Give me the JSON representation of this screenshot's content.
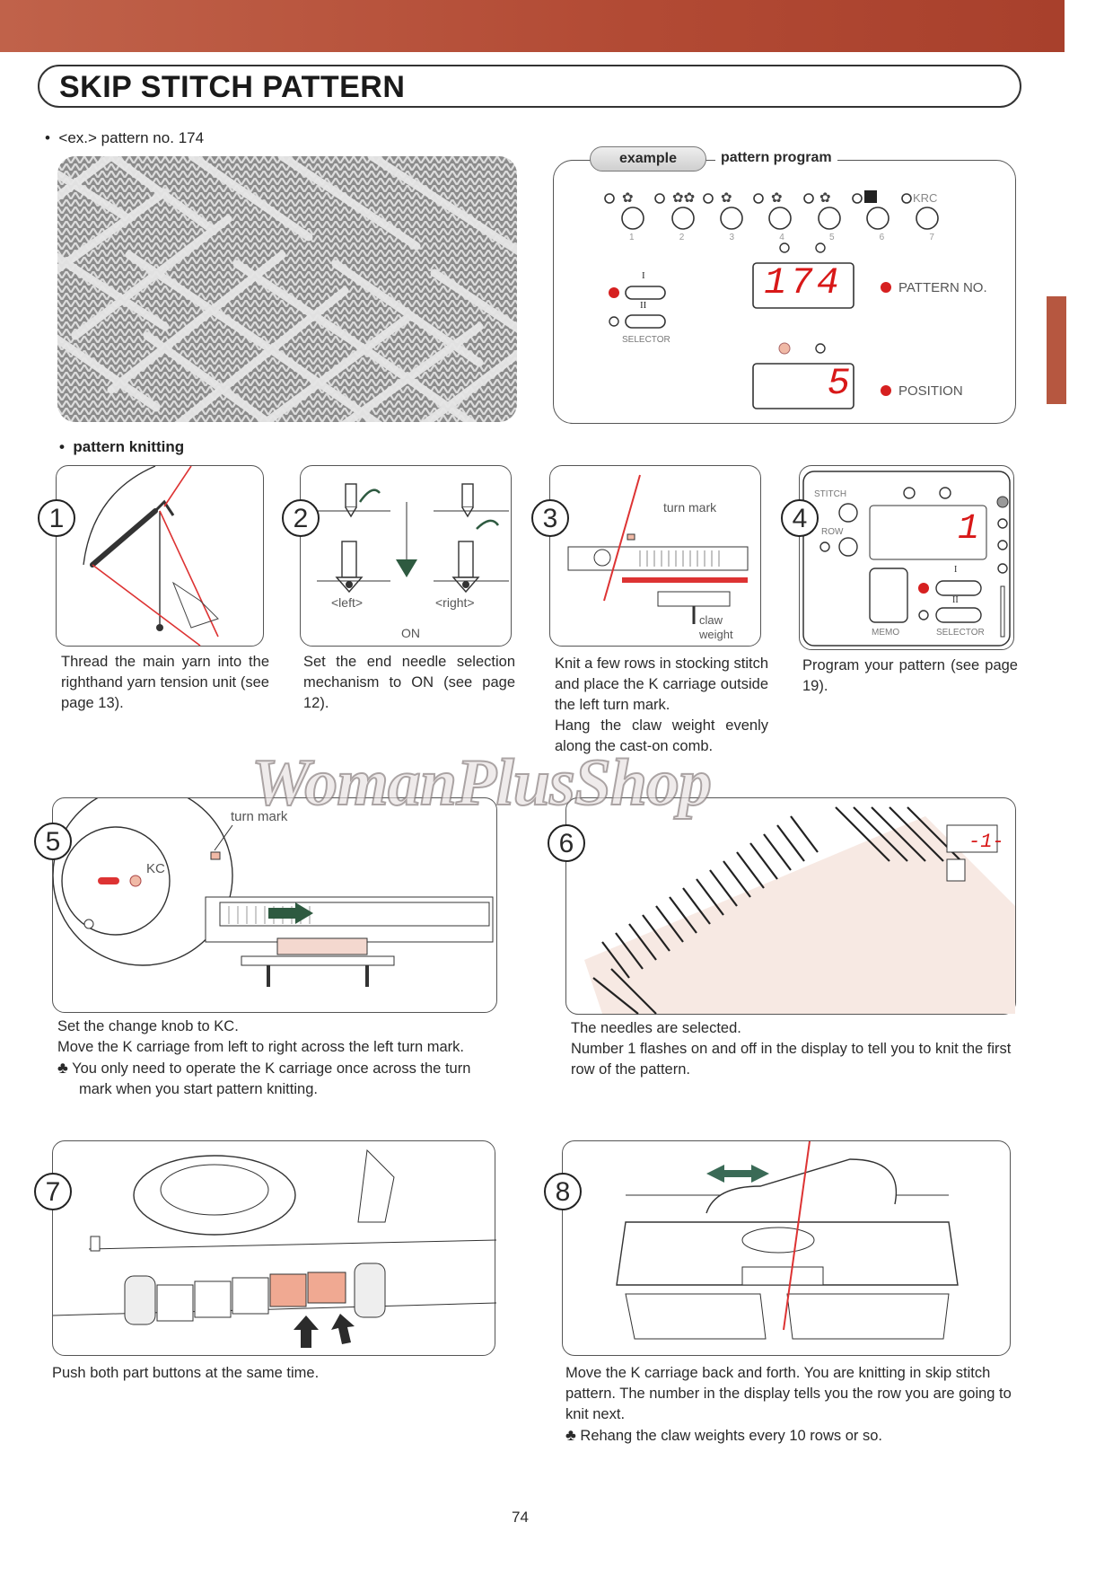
{
  "title": "SKIP STITCH PATTERN",
  "example_line": {
    "bullet": "•",
    "prefix": "<ex.> pattern no.",
    "number": "174"
  },
  "program_panel": {
    "badge": "example",
    "heading": "pattern program",
    "card_labels": [
      "1",
      "2",
      "3",
      "4",
      "5",
      "6",
      "7"
    ],
    "krc": "KRC",
    "selector_i": "I",
    "selector_ii": "II",
    "selector_label": "SELECTOR",
    "pattern_no_value": "174",
    "pattern_no_label": "PATTERN NO.",
    "position_value": "5",
    "position_label": "POSITION"
  },
  "section_heading": {
    "bullet": "•",
    "text": "pattern knitting"
  },
  "steps": [
    {
      "num": "1",
      "caption": "Thread the main yarn into the righthand yarn tension unit (see page 13)."
    },
    {
      "num": "2",
      "left_label": "<left>",
      "right_label": "<right>",
      "on_label": "ON",
      "caption": "Set the end needle selection mechanism to ON (see page 12)."
    },
    {
      "num": "3",
      "turn_mark": "turn mark",
      "claw_weight_1": "claw",
      "claw_weight_2": "weight",
      "caption": "Knit a few rows in stocking stitch and place the K carriage outside the left turn mark.",
      "caption2": "Hang the claw weight evenly along the cast-on comb."
    },
    {
      "num": "4",
      "stitch": "STITCH",
      "row": "ROW",
      "display": "1",
      "i": "I",
      "ii": "II",
      "memo": "MEMO",
      "selector": "SELECTOR",
      "caption": "Program your pattern (see page 19)."
    },
    {
      "num": "5",
      "turn_mark": "turn mark",
      "kc": "KC",
      "caption_lines": [
        "Set the change knob to KC.",
        "Move the K carriage from left to right across the left turn mark."
      ],
      "note": "You only need to operate the K carriage once across the turn mark when you start pattern knitting."
    },
    {
      "num": "6",
      "caption_lines": [
        "The needles are selected.",
        "Number 1 flashes on and off in the display to tell you to knit the first row of the pattern."
      ]
    },
    {
      "num": "7",
      "caption": "Push both part buttons at the same time."
    },
    {
      "num": "8",
      "caption": "Move the K carriage back and forth. You are knitting in skip stitch pattern. The number in the display tells you the row you are going to knit next.",
      "note": "Rehang the claw weights every 10 rows or so."
    }
  ],
  "note_symbol": "♣",
  "watermark": "WomanPlusShop",
  "page_number": "74",
  "colors": {
    "accent": "#b24a34",
    "indicator_red": "#d62020",
    "segment_red": "#d81818",
    "pink": "#f0b9a6"
  }
}
